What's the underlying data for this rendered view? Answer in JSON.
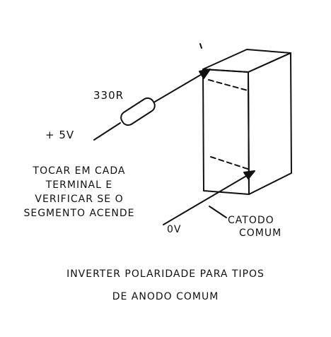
{
  "labels": {
    "resistor_value": "330R",
    "supply_voltage": "+ 5V",
    "instruction_line1": "TOCAR EM CADA",
    "instruction_line2": "TERMINAL E",
    "instruction_line3": "VERIFICAR SE O",
    "instruction_line4": "SEGMENTO ACENDE",
    "ground": "0V",
    "catode_line1": "CATODO",
    "catode_line2": "COMUM",
    "footer_line1": "INVERTER POLARIDADE PARA TIPOS",
    "footer_line2": "DE ANODO COMUM"
  },
  "colors": {
    "ink": "#111111",
    "background": "#ffffff"
  }
}
